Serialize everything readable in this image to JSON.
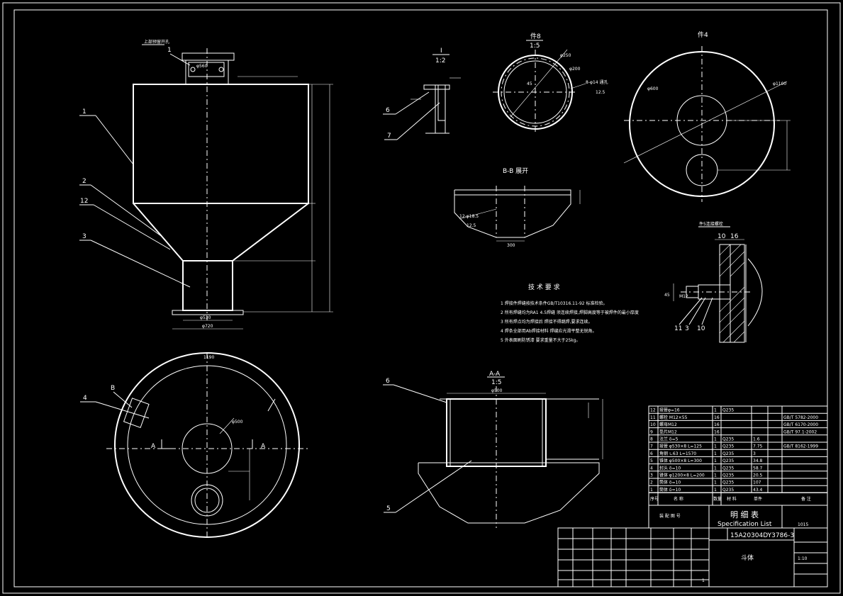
{
  "main_view": {
    "top_label": "上部预留开孔",
    "callouts": [
      "1",
      "1",
      "2",
      "12",
      "3"
    ],
    "dims": {
      "top_flange": "φ560",
      "bottom_inner": "φ530",
      "bottom_outer": "φ720"
    }
  },
  "plan_view": {
    "callouts": [
      "4",
      "B"
    ],
    "section_marks": [
      "A",
      "A"
    ],
    "dims": {
      "outer": "1190",
      "hole": "φ500"
    }
  },
  "detail_I": {
    "title": "I",
    "scale": "1:2",
    "callouts": [
      "6",
      "7"
    ]
  },
  "part8": {
    "title": "件8",
    "scale": "1:5",
    "labels": [
      "φ200",
      "φ250",
      "45",
      "8-φ14 通孔",
      "12.5"
    ]
  },
  "part4": {
    "title": "件4",
    "labels": [
      "φ600",
      "φ1100"
    ]
  },
  "section_BB": {
    "title": "B-B 展开",
    "labels": [
      "12-φ18.5",
      "12.5",
      "300"
    ]
  },
  "detail_bolt": {
    "title": "件5连接螺栓",
    "dims": [
      "10",
      "16"
    ],
    "labels": [
      "M12",
      "45"
    ],
    "callouts": [
      "11",
      "3",
      "10"
    ]
  },
  "tech_req": {
    "title": "技 术 要 求",
    "items": [
      "1  焊接件焊缝按技术条件GB/T10316.11-92 标准检验。",
      "2  所有焊缝均为RA1 4.5焊缝  须连续焊接,焊脚高度等于被焊件的最小厚度",
      "3  所有焊点均为焊接后  焊接不得跳焊,要求连续。",
      "4  焊条全部用Ab焊接材料  焊缝应光滑平整无锐角。",
      "5  外表面刷防锈漆  要求重量不大于25kg。"
    ]
  },
  "section_AA": {
    "title": "A-A",
    "scale": "1:5",
    "callouts": [
      "6",
      "5"
    ],
    "dims": [
      "φ500"
    ]
  },
  "parts_list": {
    "rows": [
      [
        "12",
        "接管φ=16",
        "1",
        "Q235",
        "",
        ""
      ],
      [
        "11",
        "螺栓 M12×55",
        "16",
        "",
        "",
        "GB/T 5782-2000"
      ],
      [
        "10",
        "螺母M12",
        "16",
        "",
        "",
        "GB/T 6170-2000"
      ],
      [
        "9",
        "垫片M12",
        "16",
        "",
        "",
        "GB/T 97.1-2002"
      ],
      [
        "8",
        "法兰 δ=5",
        "1",
        "Q235",
        "1.6",
        ""
      ],
      [
        "7",
        "接管 φ530×8  L=125",
        "1",
        "Q235",
        "7.75",
        "GB/T 8162-1999"
      ],
      [
        "6",
        "角钢 ∟63  L=1570",
        "1",
        "Q235",
        "3",
        ""
      ],
      [
        "5",
        "锥体 φ500×8  L=300",
        "1",
        "Q235",
        "34.8",
        ""
      ],
      [
        "4",
        "封头 δ=10",
        "1",
        "Q235",
        "58.7",
        ""
      ],
      [
        "3",
        "锥体 φ1200×8 L=200",
        "1",
        "Q235",
        "20.5",
        ""
      ],
      [
        "2",
        "筒体 δ=10",
        "1",
        "Q235",
        "107",
        ""
      ],
      [
        "1",
        "筒体 δ=10",
        "1",
        "Q235",
        "43.4",
        ""
      ]
    ],
    "header": [
      "序号",
      "名 称",
      "数量",
      "材 料",
      "单件",
      "备 注"
    ],
    "block_title": "明 细 表",
    "block_subtitle": "Specification List",
    "assy_label": "装 配 图 号",
    "drawing_no": "15A20304DY3786-3",
    "part_name": "斗体",
    "sheet": "1",
    "scale": "1:10",
    "drawing_code_right": "1015"
  }
}
